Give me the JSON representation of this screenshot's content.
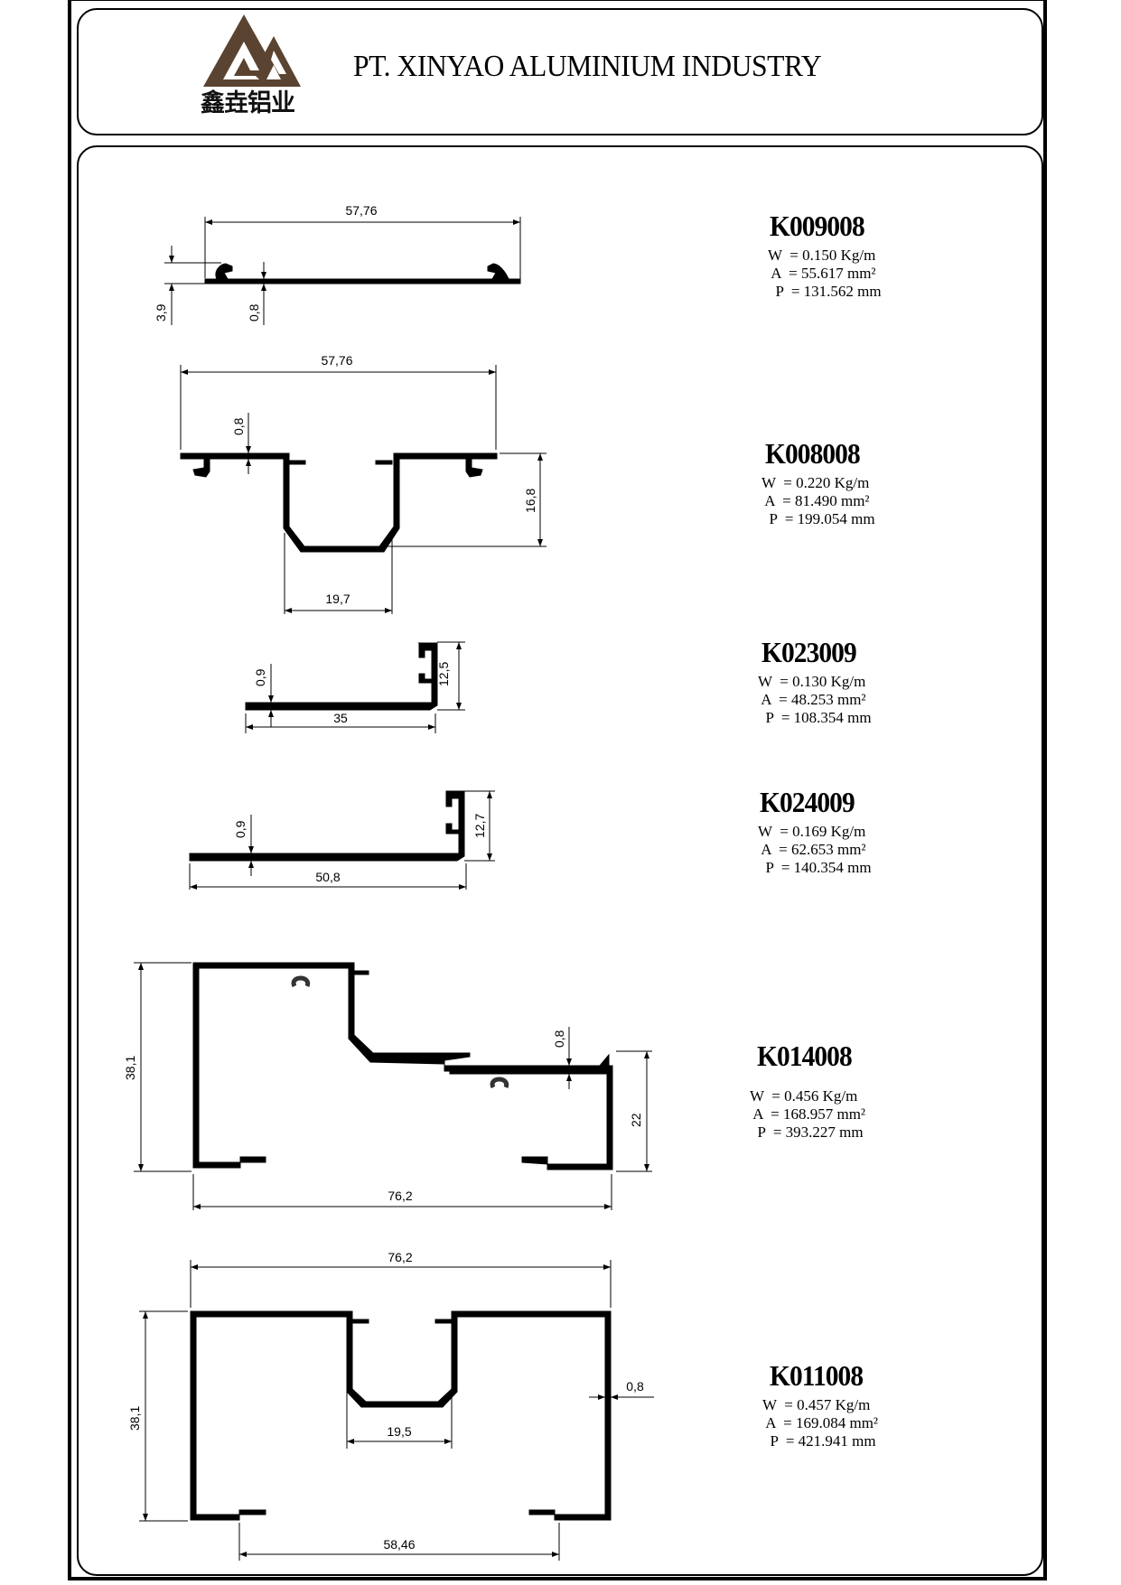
{
  "header": {
    "company_name": "PT. XINYAO ALUMINIUM INDUSTRY",
    "logo_chinese": "鑫垚铝业",
    "logo_icon": "mountain-triangle-logo",
    "logo_color": "#5a4330"
  },
  "profiles": [
    {
      "code": "K009008",
      "weight": "W  = 0.150 Kg/m",
      "area": " A  = 55.617 mm²",
      "perimeter": "  P  = 131.562 mm",
      "dimensions": {
        "width": "57,76",
        "height": "3,9",
        "thickness": "0,8"
      }
    },
    {
      "code": "K008008",
      "weight": "W  = 0.220 Kg/m",
      "area": " A  = 81.490 mm²",
      "perimeter": "  P  = 199.054 mm",
      "dimensions": {
        "width": "57,76",
        "thickness": "0,8",
        "depth": "16,8",
        "channel_width": "19,7"
      }
    },
    {
      "code": "K023009",
      "weight": "W  = 0.130 Kg/m",
      "area": " A  = 48.253 mm²",
      "perimeter": "  P  = 108.354 mm",
      "dimensions": {
        "width": "35",
        "thickness": "0,9",
        "height": "12,5"
      }
    },
    {
      "code": "K024009",
      "weight": "W  = 0.169 Kg/m",
      "area": " A  = 62.653 mm²",
      "perimeter": "  P  = 140.354 mm",
      "dimensions": {
        "width": "50,8",
        "thickness": "0,9",
        "height": "12,7"
      }
    },
    {
      "code": "K014008",
      "weight": "W  = 0.456 Kg/m",
      "area": " A  = 168.957 mm²",
      "perimeter": "  P  = 393.227 mm",
      "dimensions": {
        "width": "76,2",
        "height": "38,1",
        "step_height": "22",
        "thickness": "0,8"
      }
    },
    {
      "code": "K011008",
      "weight": "W  = 0.457 Kg/m",
      "area": " A  = 169.084 mm²",
      "perimeter": "  P  = 421.941 mm",
      "dimensions": {
        "width": "76,2",
        "height": "38,1",
        "channel_width": "19,5",
        "thickness": "0,8",
        "lip_span": "58,46"
      }
    }
  ]
}
